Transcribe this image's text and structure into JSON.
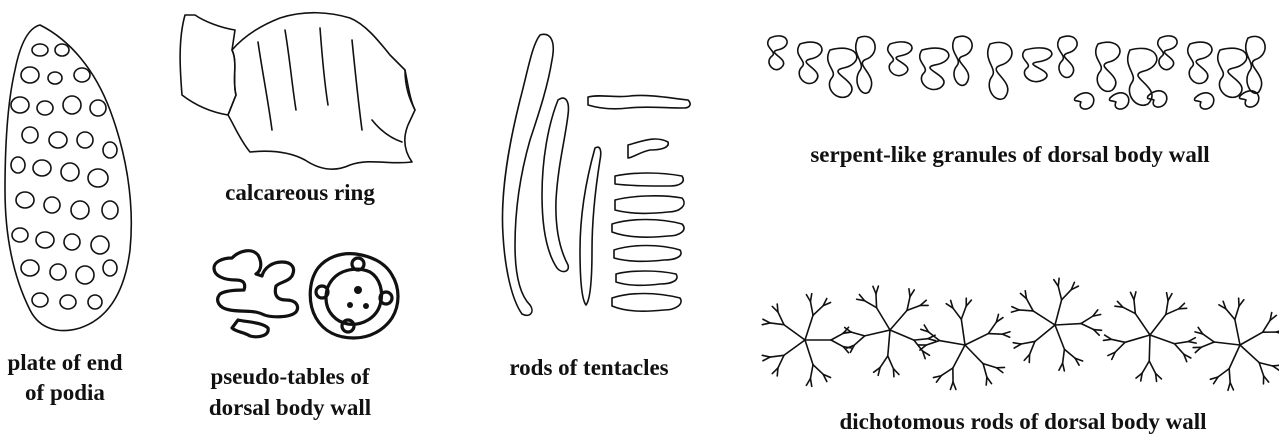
{
  "labels": {
    "plate": [
      "plate of end",
      "of podia"
    ],
    "ring": "calcareous ring",
    "pseudo_tables": [
      "pseudo-tables of",
      "dorsal body wall"
    ],
    "rods_tentacles": "rods of tentacles",
    "serpent": "serpent-like granules of dorsal body wall",
    "dichotomous": "dichotomous rods of dorsal body wall"
  },
  "colors": {
    "ink": "#111111",
    "background": "#ffffff"
  }
}
